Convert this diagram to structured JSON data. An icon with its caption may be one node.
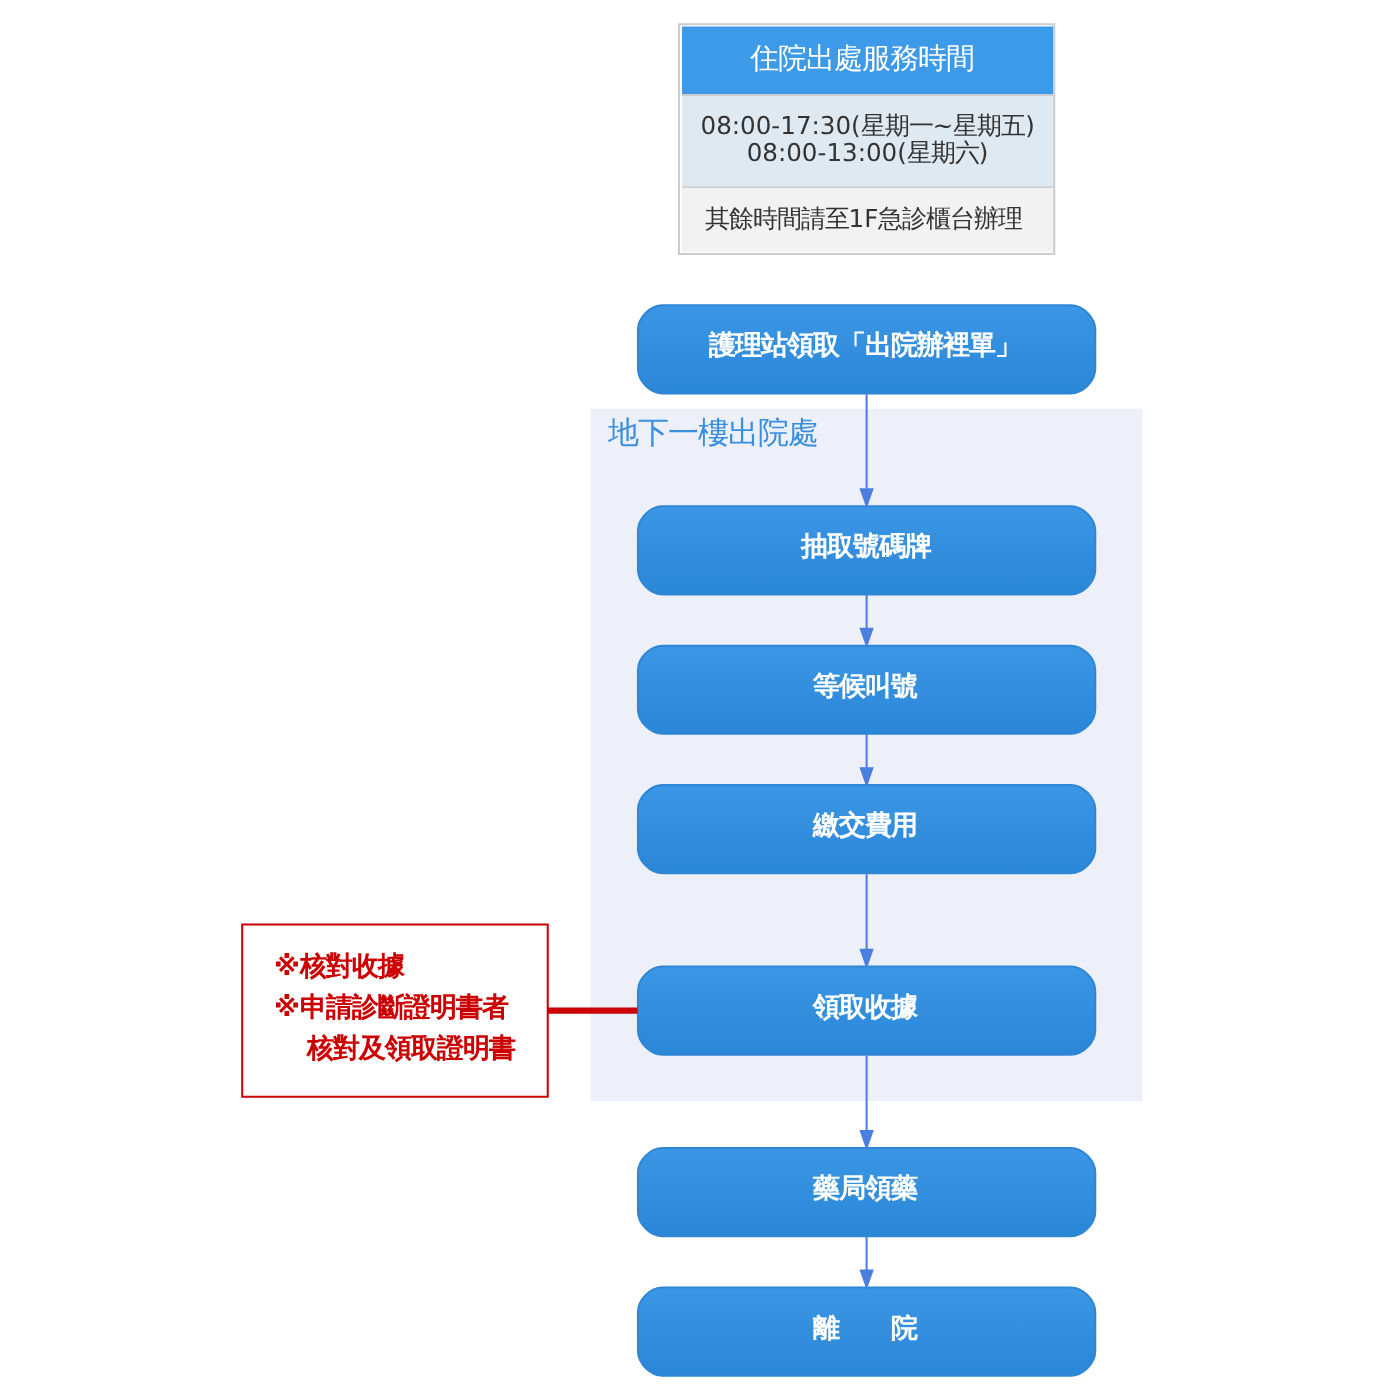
{
  "diagram": {
    "nodes": [
      {
        "text": [
          "住院出處服務時間",
          "08:00-17:30(星期一~星期五) 08:00-13:00(星期六)",
          "其餘時間請至1F急診櫃台辦理"
        ]
      },
      {
        "text": [
          "護理站領取「出院辦裡單」"
        ]
      },
      {
        "text": [
          "地下一樓出院處"
        ]
      },
      {
        "text": [
          "抽取號碼牌"
        ],
        "in": 2
      },
      {
        "text": [
          "等候叫號"
        ],
        "in": 2
      },
      {
        "text": [
          "繳交費用"
        ],
        "in": 2
      },
      {
        "text": [
          "領取收據"
        ],
        "in": 2
      },
      {
        "text": [
          "※核對收據",
          "※申請診斷證明書者核對及領取證明書"
        ]
      },
      {
        "text": [
          "藥局領藥"
        ]
      },
      {
        "text": [
          "離　　院"
        ]
      }
    ],
    "edges": [
      {
        "from": 1,
        "to": 3,
        "arrow": "to"
      },
      {
        "from": 3,
        "to": 4,
        "arrow": "to"
      },
      {
        "from": 4,
        "to": 5,
        "arrow": "to"
      },
      {
        "from": 5,
        "to": 6,
        "arrow": "to"
      },
      {
        "from": 7,
        "to": 6,
        "arrow": "none",
        "style": "thick",
        "color": "#cc0000"
      },
      {
        "from": 6,
        "to": 8,
        "arrow": "to"
      },
      {
        "from": 8,
        "to": 9,
        "arrow": "to"
      }
    ]
  }
}
